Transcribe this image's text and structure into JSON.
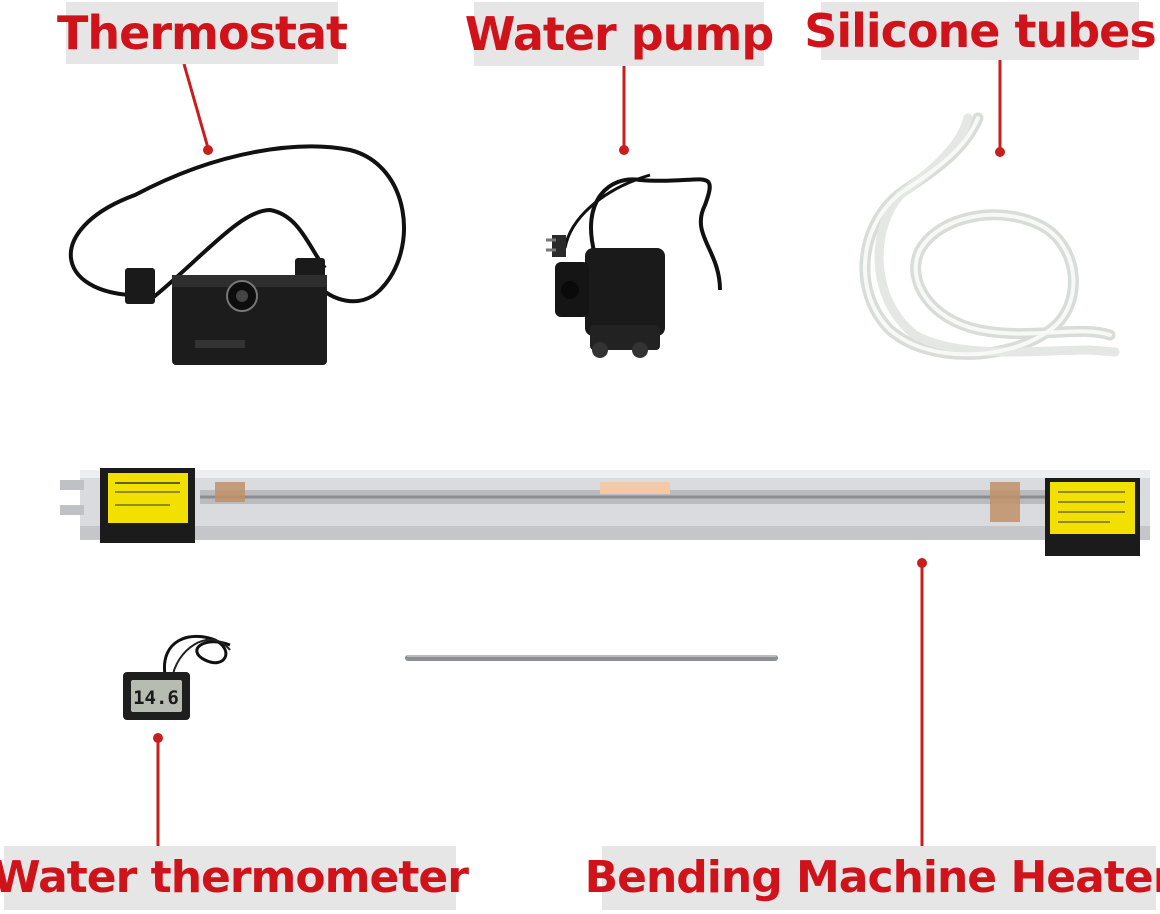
{
  "labels": {
    "thermostat": "Thermostat",
    "water_pump": "Water pump",
    "silicone_tubes": "Silicone tubes",
    "water_thermometer": "Water thermometer",
    "bending_machine_heater": "Bending Machine Heater"
  },
  "thermometer_display": "14.6",
  "colors": {
    "label_text": "#d0131b",
    "label_bg": "#e6e6e6",
    "pointer": "#c81e1e",
    "device_body": "#1c1c1c",
    "rail": "#dcdde0",
    "warning_label": "#f2e000"
  }
}
